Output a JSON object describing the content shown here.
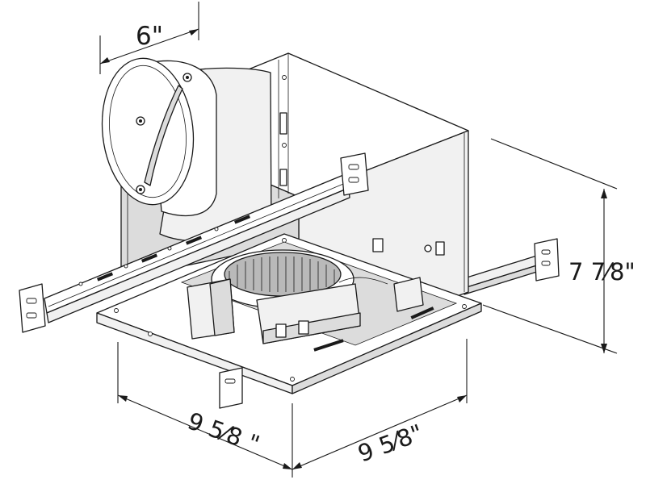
{
  "diagram": {
    "dimensions": {
      "duct_diameter": "6\"",
      "height": "7 7⁄8\"",
      "width_left": "9 5⁄8 \"",
      "width_right": "9 5⁄8\""
    }
  }
}
